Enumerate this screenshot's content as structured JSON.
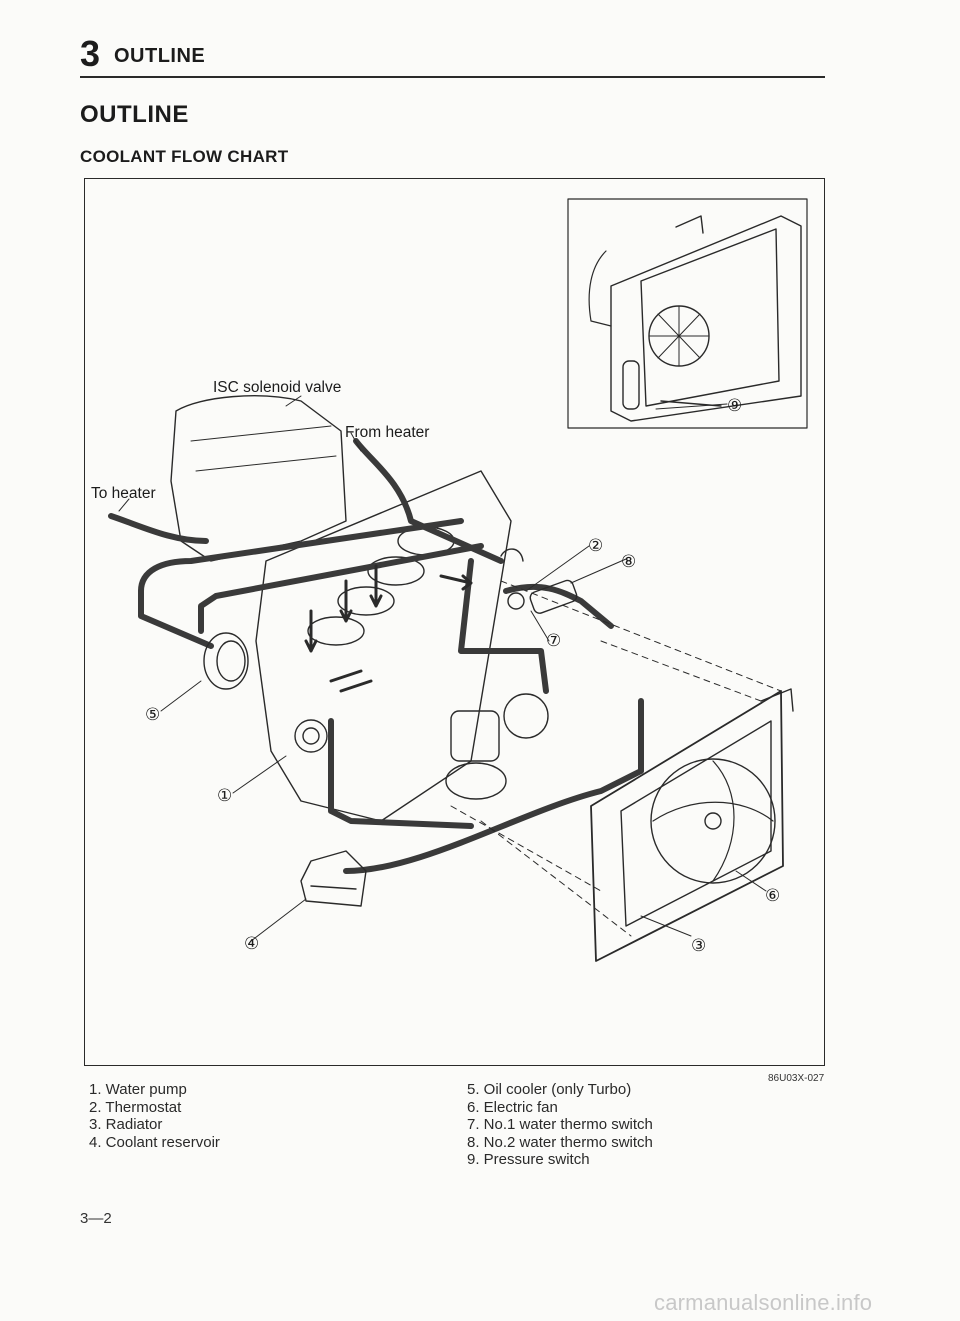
{
  "header": {
    "chapter_number": "3",
    "chapter_title": "OUTLINE"
  },
  "section_title": "OUTLINE",
  "subsection_title": "COOLANT FLOW CHART",
  "diagram": {
    "labels": {
      "isc_solenoid_valve": "ISC solenoid valve",
      "from_heater": "From heater",
      "to_heater": "To heater"
    },
    "callouts": [
      "①",
      "②",
      "③",
      "④",
      "⑤",
      "⑥",
      "⑦",
      "⑧",
      "⑨"
    ]
  },
  "figure_code": "86U03X-027",
  "legend": {
    "left": [
      "1. Water pump",
      "2. Thermostat",
      "3. Radiator",
      "4. Coolant reservoir"
    ],
    "right": [
      "5. Oil cooler (only Turbo)",
      "6. Electric fan",
      "7. No.1 water thermo switch",
      "8. No.2 water thermo switch",
      "9. Pressure switch"
    ]
  },
  "page_number": "3—2",
  "watermark": "carmanualsonline.info"
}
